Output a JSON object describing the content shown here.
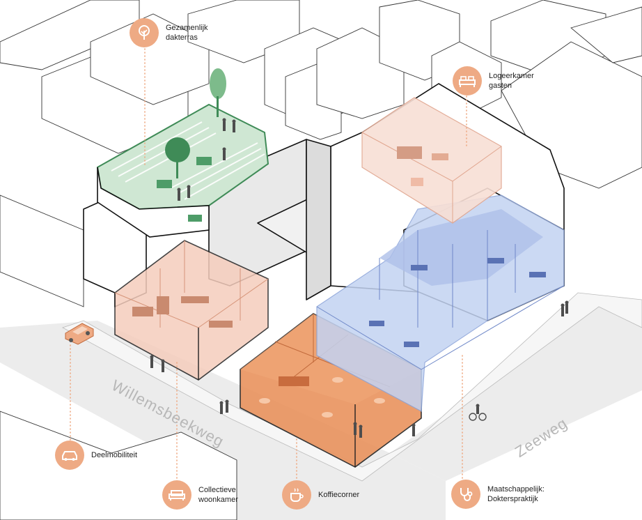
{
  "colors": {
    "accent": "#eeaa84",
    "green_zone": "#cfe7d3",
    "salmon_zone": "#f5cdbd",
    "orange_zone": "#e9935e",
    "blue_zone": "#c3d3f2",
    "pink_zone": "#f8dfd5",
    "road": "#ececec",
    "building_grey": "#e6e6e6"
  },
  "streets": {
    "west": "Willemsbeekweg",
    "east": "Zeeweg"
  },
  "callouts": [
    {
      "id": "dakterras",
      "icon": "tree-icon",
      "label": "Gezamenlijk\ndakterras"
    },
    {
      "id": "logeerkamer",
      "icon": "bed-icon",
      "label": "Logeerkamer\ngasten"
    },
    {
      "id": "deelmobiliteit",
      "icon": "car-icon",
      "label": "Deelmobiliteit"
    },
    {
      "id": "woonkamer",
      "icon": "sofa-icon",
      "label": "Collectieve\nwoonkamer"
    },
    {
      "id": "koffiecorner",
      "icon": "coffee-cup-icon",
      "label": "Koffiecorner"
    },
    {
      "id": "dokterspraktijk",
      "icon": "stethoscope-icon",
      "label": "Maatschappelijk:\nDokterspraktijk"
    }
  ]
}
